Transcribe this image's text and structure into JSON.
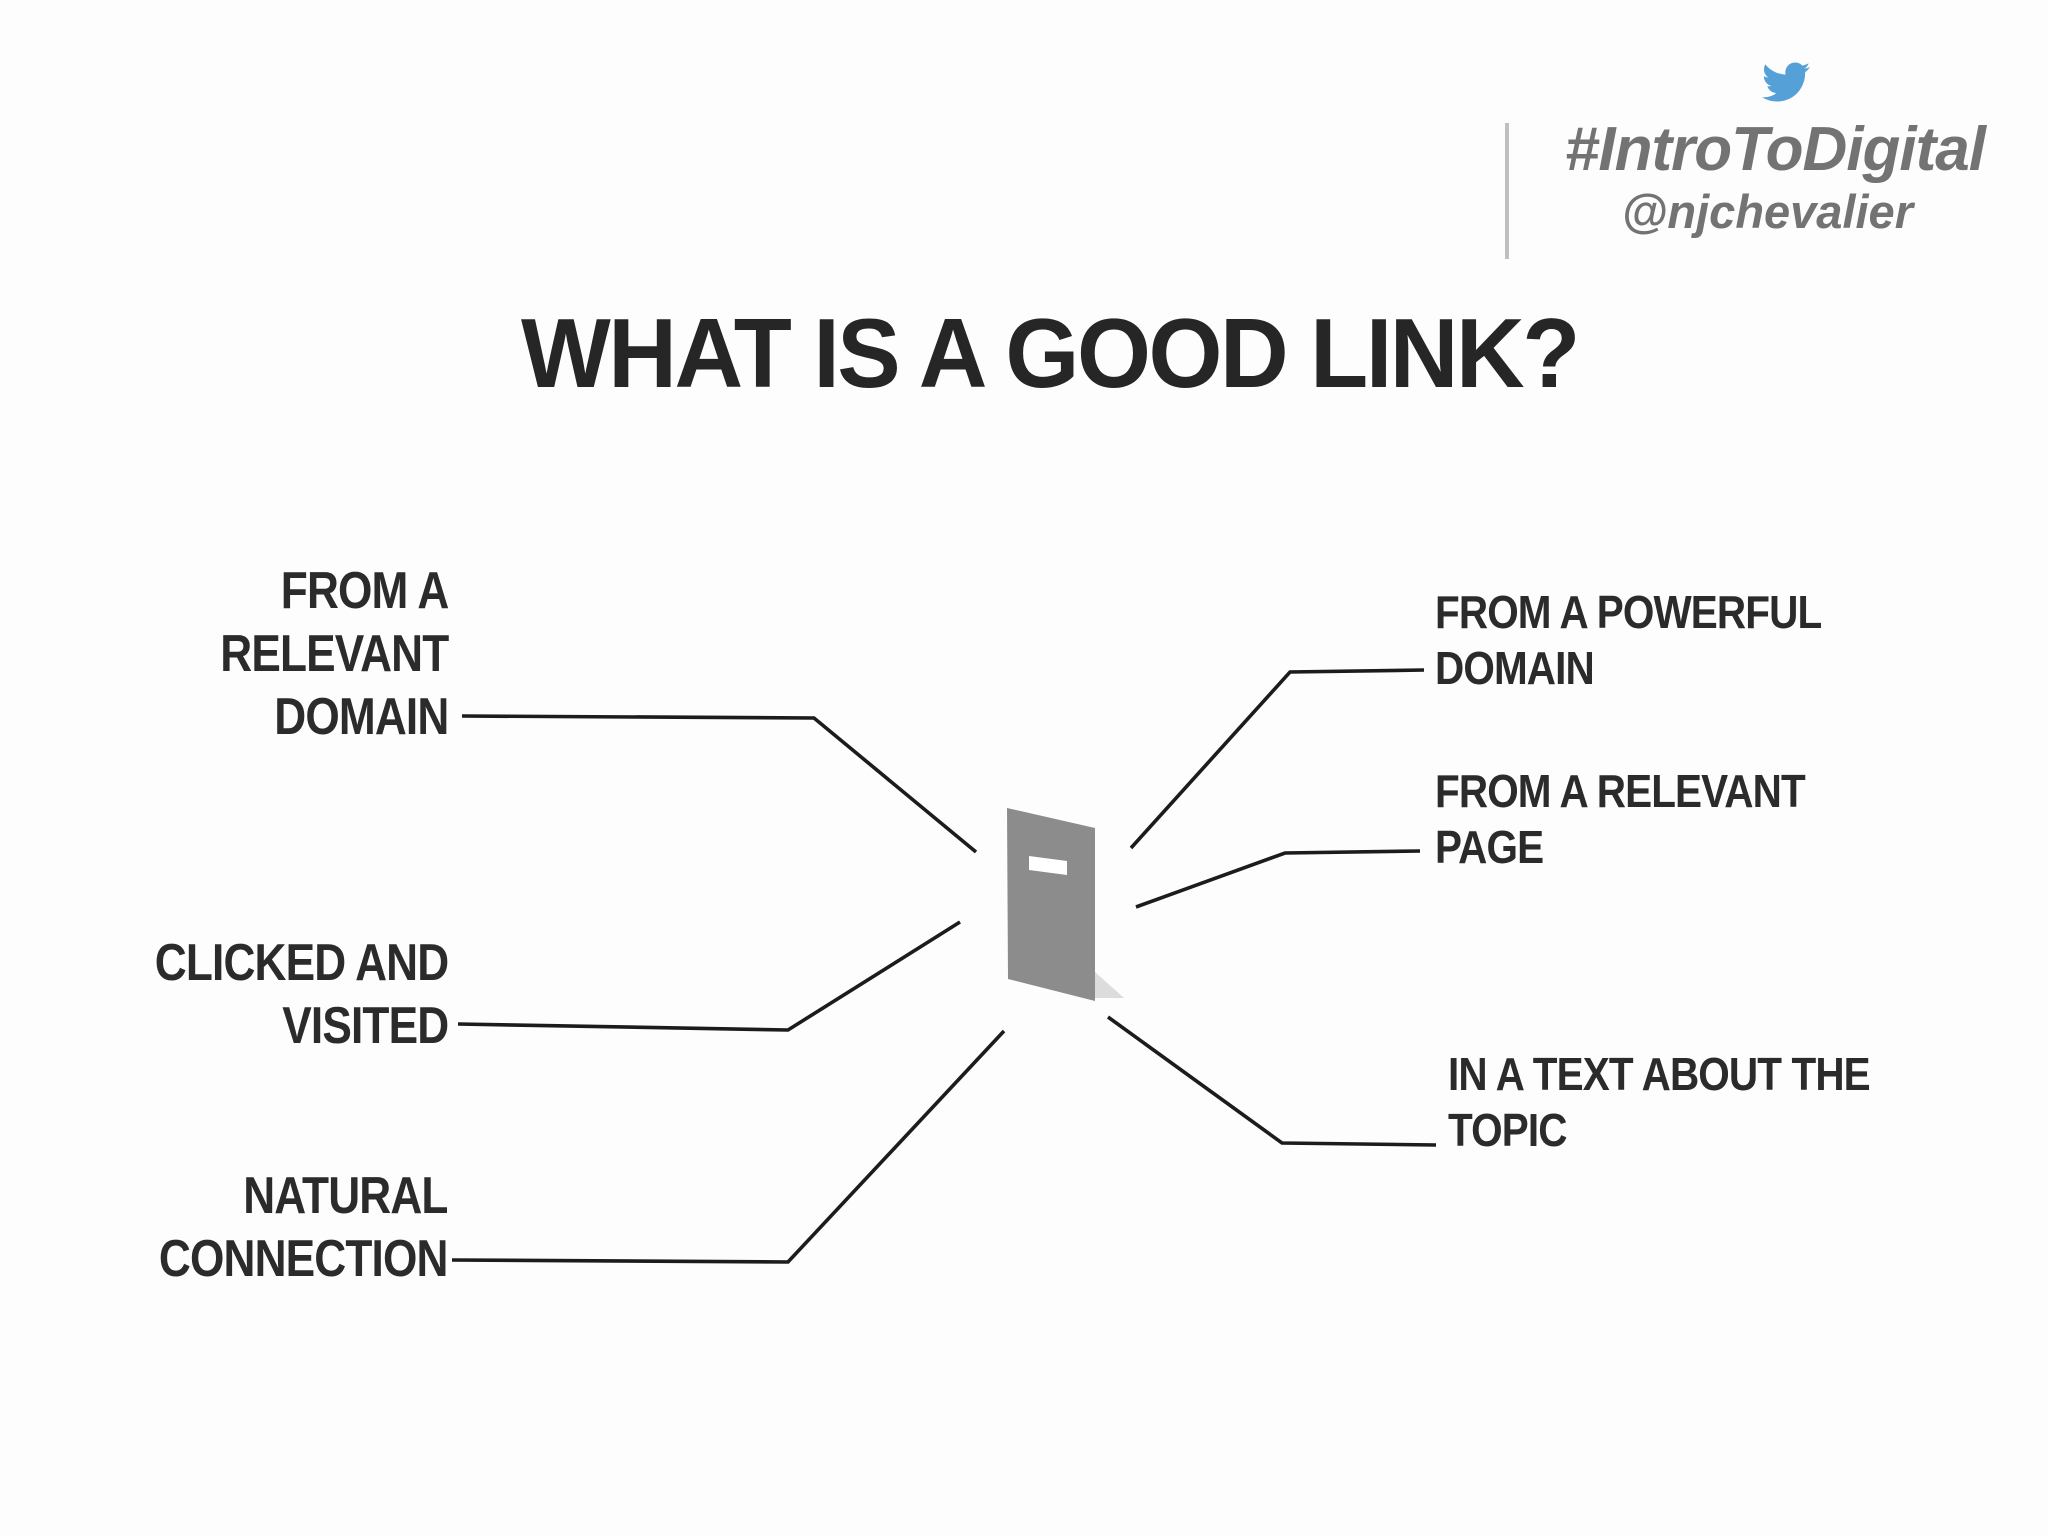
{
  "header": {
    "icon": "twitter-bird",
    "icon_color": "#55a0d7",
    "hashtag": "#IntroToDigital",
    "handle": "@njchevalier",
    "text_color": "#737373",
    "divider_color": "#bfbfbf"
  },
  "title": {
    "text": "WHAT IS A GOOD LINK?",
    "color": "#262626"
  },
  "labels": {
    "color": "#2b2b2b",
    "left": [
      {
        "lines": [
          "FROM A",
          "RELEVANT",
          "DOMAIN"
        ]
      },
      {
        "lines": [
          "CLICKED AND",
          "VISITED"
        ]
      },
      {
        "lines": [
          "NATURAL",
          "CONNECTION"
        ]
      }
    ],
    "right": [
      {
        "lines": [
          "FROM A POWERFUL",
          "DOMAIN"
        ]
      },
      {
        "lines": [
          "FROM A RELEVANT",
          "PAGE"
        ]
      },
      {
        "lines": [
          "IN A TEXT ABOUT THE",
          "TOPIC"
        ]
      }
    ]
  },
  "diagram": {
    "center_icon": "door-page",
    "door_color": "#8c8c8c",
    "door_slot_color": "#ffffff",
    "shadow_color": "#dcdcdc",
    "line_color": "#1c1c1c"
  }
}
